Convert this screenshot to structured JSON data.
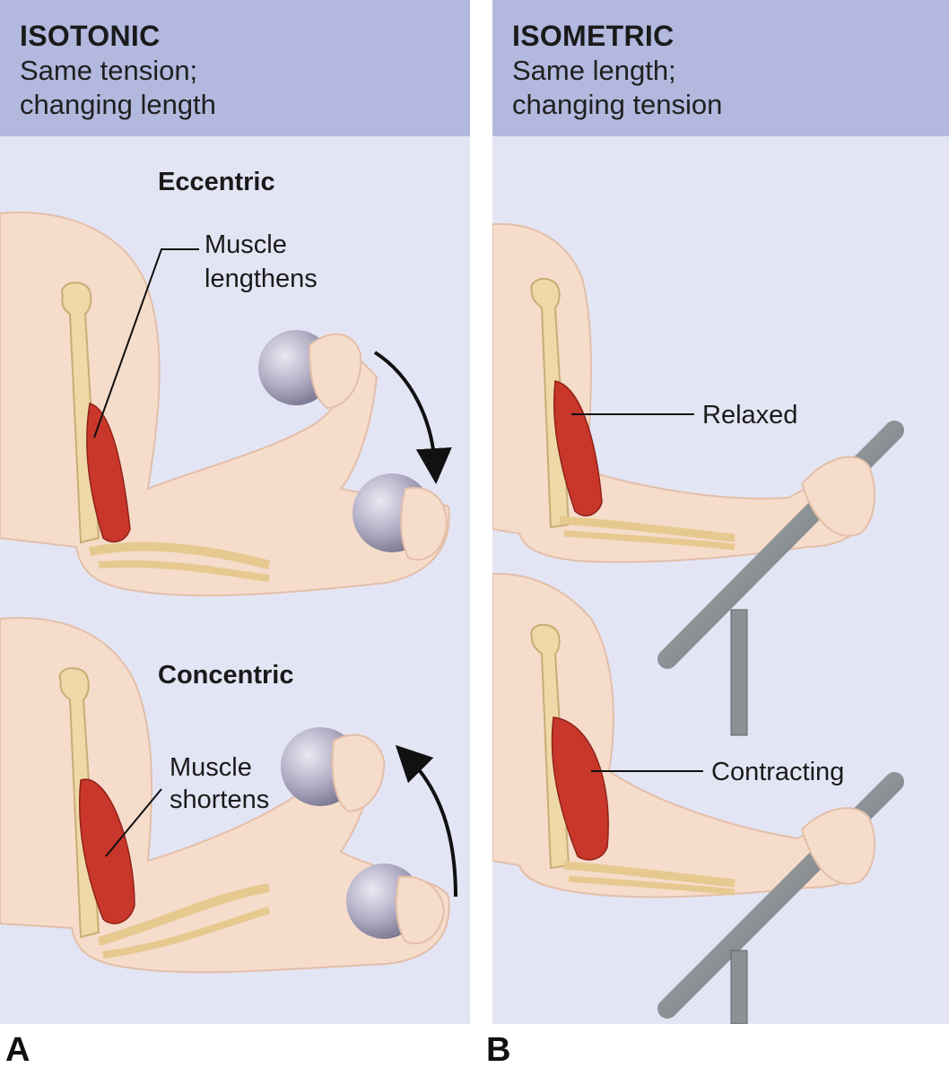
{
  "panel_a": {
    "letter": "A",
    "title": "ISOTONIC",
    "subtitle_line1": "Same tension;",
    "subtitle_line2": "changing length",
    "eccentric_label": "Eccentric",
    "eccentric_callout_line1": "Muscle",
    "eccentric_callout_line2": "lengthens",
    "concentric_label": "Concentric",
    "concentric_callout_line1": "Muscle",
    "concentric_callout_line2": "shortens"
  },
  "panel_b": {
    "letter": "B",
    "title": "ISOMETRIC",
    "subtitle_line1": "Same length;",
    "subtitle_line2": "changing tension",
    "relaxed_label": "Relaxed",
    "contracting_label": "Contracting"
  },
  "colors": {
    "header_bg": "#b2b8de",
    "panel_bg": "#e3e5f5",
    "skin": "#f6dccb",
    "muscle": "#c8372a",
    "bone": "#efd9a8",
    "ball": "#a9a6bc",
    "bar": "#8b9194"
  }
}
